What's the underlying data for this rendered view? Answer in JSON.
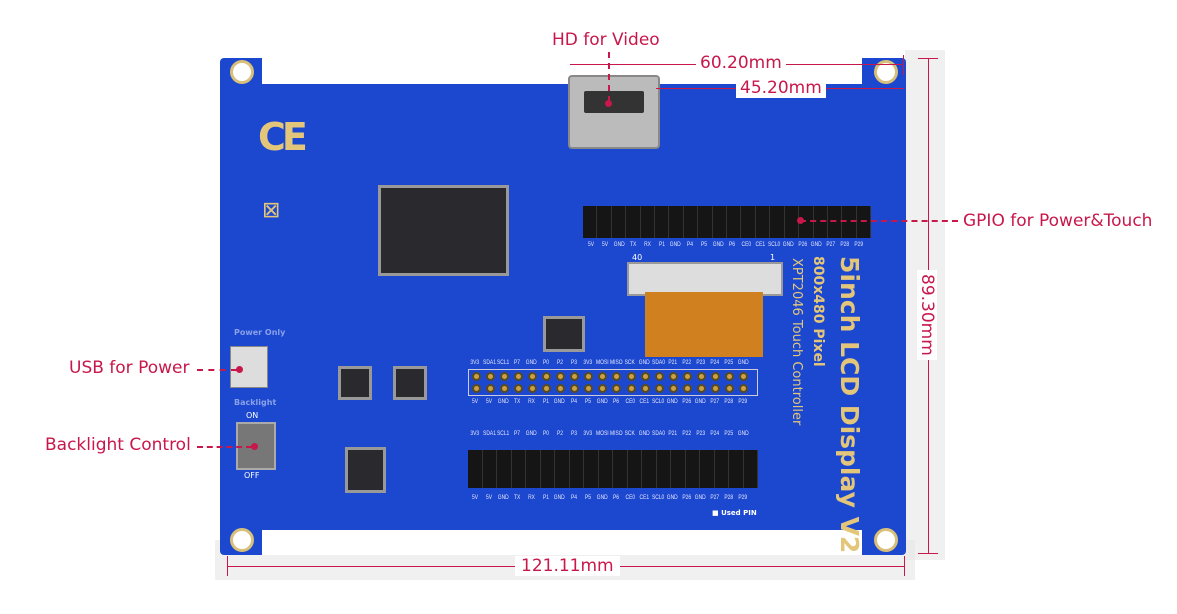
{
  "annotations": {
    "hdmi": "HD for Video",
    "gpio": "GPIO for Power&Touch",
    "usb": "USB for Power",
    "backlight": "Backlight Control"
  },
  "dimensions": {
    "top_outer": "60.20mm",
    "top_inner": "45.20mm",
    "height": "89.30mm",
    "width": "121.11mm"
  },
  "board": {
    "title": "5inch LCD Display V2",
    "resolution": "800x480 Pixel",
    "controller": "XPT2046 Touch Controller",
    "power_only": "Power Only",
    "backlight": "Backlight",
    "on": "ON",
    "off": "OFF",
    "used_pin": "Used PIN",
    "header_marker": "40",
    "header_marker_1": "1",
    "color": "#1b48cf",
    "annotation_color": "#c8174a",
    "pins_top": [
      "3V3",
      "SDA1",
      "SCL1",
      "P7",
      "GND",
      "P0",
      "P2",
      "P3",
      "3V3",
      "MOSI",
      "MISO",
      "SCK",
      "GND",
      "SDA0",
      "P21",
      "P22",
      "P23",
      "P24",
      "P25",
      "GND"
    ],
    "pins_bottom": [
      "5V",
      "5V",
      "GND",
      "TX",
      "RX",
      "P1",
      "GND",
      "P4",
      "P5",
      "GND",
      "P6",
      "CE0",
      "CE1",
      "SCL0",
      "GND",
      "P26",
      "GND",
      "P27",
      "P28",
      "P29"
    ]
  }
}
